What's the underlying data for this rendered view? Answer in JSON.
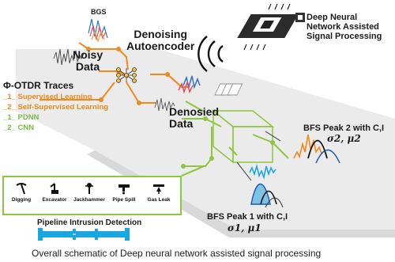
{
  "diagram": {
    "labels": {
      "bgs": "BGS",
      "noisy_data": "Noisy\nData",
      "denoising_autoencoder": "Denoising\nAutoencoder",
      "deep_nn_assisted": "Deep Neural\nNetwork Assisted\nSignal Processing",
      "phi_otdr_traces": "Φ-OTDR Traces",
      "denoised_data": "Denosied\nData",
      "bfs_peak_2": "BFS Peak 2 with C,I",
      "bfs_peak_2_params": "σ2, μ2",
      "bfs_peak_1": "BFS Peak 1 with C,I",
      "bfs_peak_1_params": "σ1, μ1",
      "pipeline_detection": "Pipeline Intrusion Detection",
      "caption": "Overall schematic of Deep neural network assisted signal processing"
    },
    "legend": [
      {
        "prefix": "_1_",
        "text": "Supervised Learning",
        "color": "orange"
      },
      {
        "prefix": "_2_",
        "text": "Self-Supervised Learning",
        "color": "orange"
      },
      {
        "prefix": "_1_",
        "text": "PDNN",
        "color": "green"
      },
      {
        "prefix": "_2_",
        "text": "CNN",
        "color": "green"
      }
    ],
    "events": [
      {
        "label": "Digging",
        "icon": "pickaxe-icon"
      },
      {
        "label": "Excavator",
        "icon": "excavator-icon"
      },
      {
        "label": "Jackhammer",
        "icon": "jackhammer-icon"
      },
      {
        "label": "Pipe Spill",
        "icon": "pipe-spill-icon"
      },
      {
        "label": "Gas Leak",
        "icon": "gas-leak-icon"
      }
    ],
    "colors": {
      "orange": "#f08a1c",
      "green": "#8dc63f",
      "pipeline_blue": "#19a7e0",
      "platform_gray": "#e6e6e6"
    }
  }
}
